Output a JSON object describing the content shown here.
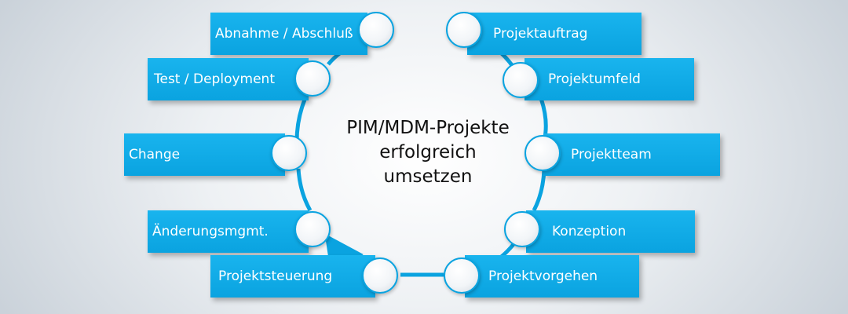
{
  "center": {
    "line1": "PIM/MDM-Projekte",
    "line2": "erfolgreich",
    "line3": "umsetzen"
  },
  "left_items": [
    "Abnahme / Abschluß",
    "Test / Deployment",
    "Change",
    "Änderungsmgmt.",
    "Projektsteuerung"
  ],
  "right_items": [
    "Projektauftrag",
    "Projektumfeld",
    "Projektteam",
    "Konzeption",
    "Projektvorgehen"
  ],
  "colors": {
    "box": "#0aa3e0",
    "ring": "#0aa3e0",
    "text_box": "#ffffff",
    "text_center": "#111111"
  }
}
